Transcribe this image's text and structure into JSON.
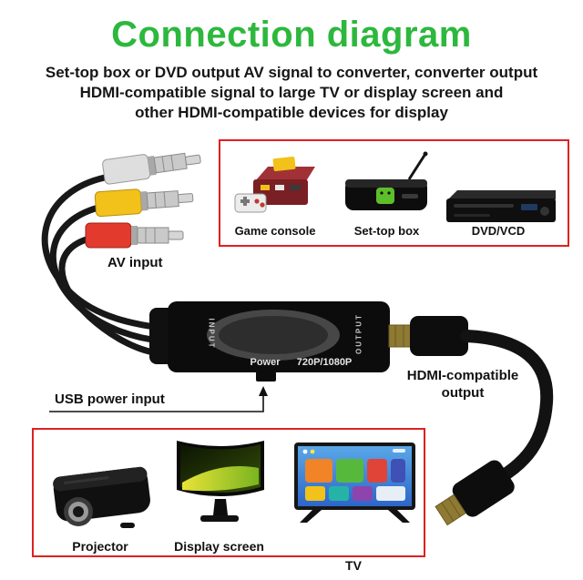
{
  "title": "Connection diagram",
  "description": {
    "line1": "Set-top box or DVD output AV signal to converter, converter output",
    "line2": "HDMI-compatible signal to large TV or display screen and",
    "line3": "other HDMI-compatible devices for display"
  },
  "source_devices": {
    "items": [
      {
        "label": "Game console"
      },
      {
        "label": "Set-top box"
      },
      {
        "label": "DVD/VCD"
      }
    ]
  },
  "converter": {
    "input_label": "INPUT",
    "output_label": "OUTPUT",
    "power_label": "Power",
    "resolution_label": "720P/1080P"
  },
  "labels": {
    "av_input": "AV input",
    "usb_power_input": "USB power input",
    "hdmi_line1": "HDMI-compatible",
    "hdmi_line2": "output"
  },
  "output_devices": {
    "items": [
      {
        "label": "Projector"
      },
      {
        "label": "Display screen"
      },
      {
        "label": "TV"
      }
    ]
  },
  "colors": {
    "title_green": "#2db83d",
    "box_border_red": "#e02020",
    "rca_white": "#dedede",
    "rca_yellow": "#f2c21a",
    "rca_red": "#e23b2e"
  }
}
